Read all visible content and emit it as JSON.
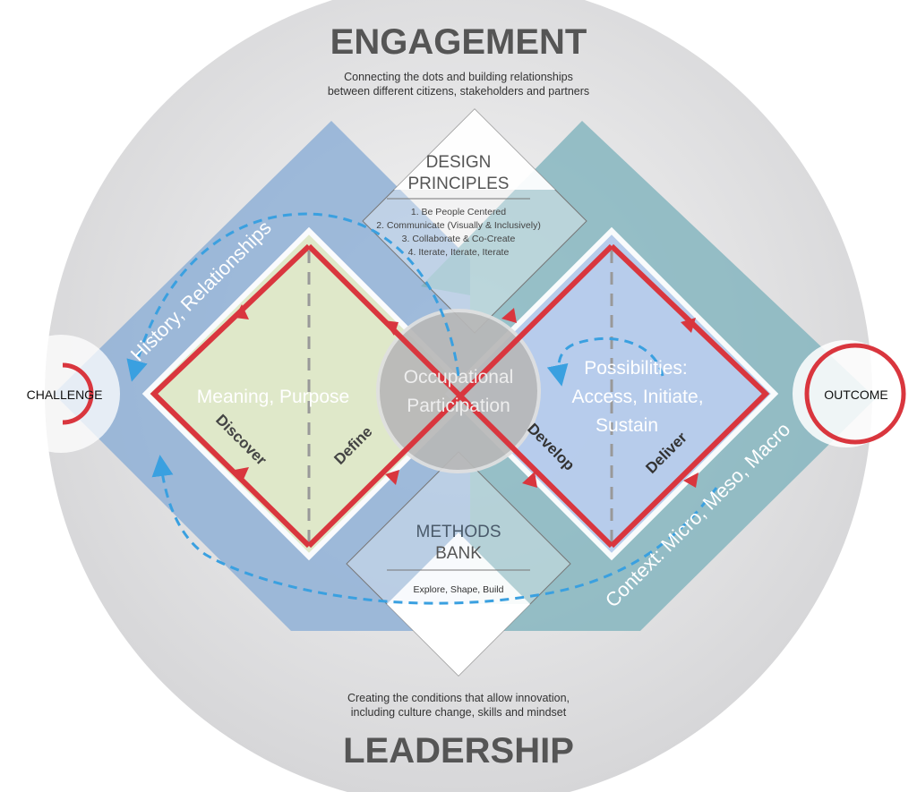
{
  "engagement": {
    "title": "ENGAGEMENT",
    "line1": "Connecting the dots and building relationships",
    "line2": "between different citizens, stakeholders and partners"
  },
  "leadership": {
    "title": "LEADERSHIP",
    "line1": "Creating the conditions that allow innovation,",
    "line2": "including culture change, skills and mindset"
  },
  "design_principles": {
    "title1": "DESIGN",
    "title2": "PRINCIPLES",
    "items": [
      "1. Be People Centered",
      "2. Communicate (Visually & Inclusively)",
      "3. Collaborate & Co-Create",
      "4. Iterate, Iterate, Iterate"
    ]
  },
  "methods_bank": {
    "title1": "METHODS",
    "title2": "BANK",
    "subtitle": "Explore, Shape, Build"
  },
  "center": {
    "line1": "Occupational",
    "line2": "Participation"
  },
  "left_band": "History, Relationships",
  "right_band": "Context: Micro, Meso, Macro",
  "left_diamond": "Meaning, Purpose",
  "right_diamond": {
    "line1": "Possibilities:",
    "line2": "Access, Initiate,",
    "line3": "Sustain"
  },
  "phases": [
    "Discover",
    "Define",
    "Develop",
    "Deliver"
  ],
  "challenge": "CHALLENGE",
  "outcome": "OUTCOME",
  "colors": {
    "red": "#d9363e",
    "blue_band": "#8fb0d6",
    "teal_band": "#7fb3bd",
    "green": "#e3ebc9",
    "lavender": "#b9cdee",
    "dash": "#3aa0e0"
  }
}
